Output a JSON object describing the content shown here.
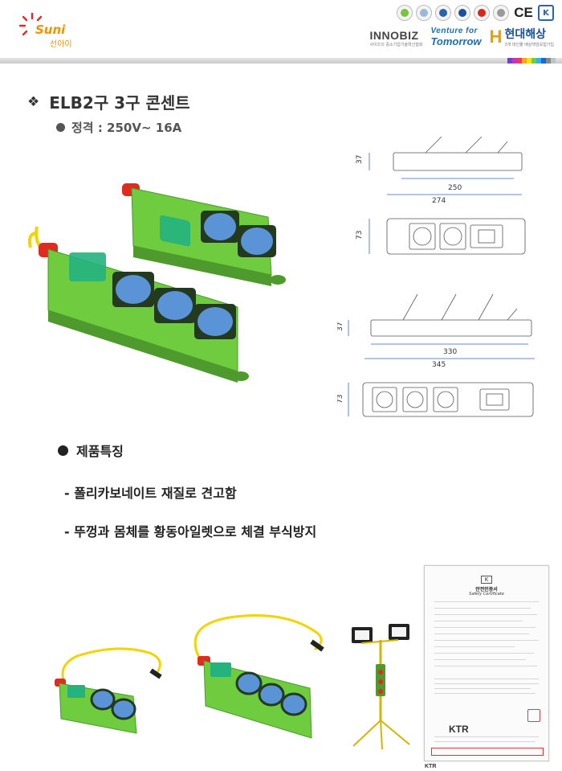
{
  "header": {
    "brand": "Suni",
    "brand_kr": "선아이",
    "badges": {
      "innobiz": "INNOBIZ",
      "innobiz_sub": "사이즈의 중소기업기술혁신협회",
      "venture_top": "Venture for",
      "venture_bottom": "Tomorrow",
      "hyundai_name": "현대해상",
      "hyundai_sub": "3개 대인물 배상책임보험가입"
    },
    "cert_ce": "CE",
    "cert_kc": "K"
  },
  "product": {
    "title": "ELB2구 3구 콘센트",
    "title_bullet": "❖",
    "spec": "정격 : 250V~ 16A"
  },
  "drawings": {
    "d1": {
      "height": "37",
      "inner": "250",
      "outer": "274"
    },
    "d2": {
      "height": "73"
    },
    "d3": {
      "height": "37",
      "inner": "330",
      "outer": "345"
    },
    "d4": {
      "height": "73"
    }
  },
  "features": {
    "heading": "제품특징",
    "items": [
      "- 폴리카보네이트 재질로 견고함",
      "- 뚜껑과 몸체를 황동아일렛으로 체결 부식방지"
    ]
  },
  "certificate": {
    "title_kr": "안전인증서",
    "title_en": "Safety Certificate",
    "issuer": "KTR",
    "issuer_short": "KTR"
  },
  "colors": {
    "green": "#7ad14a",
    "dark_green": "#4e9a2c",
    "socket_blue": "#5a93d6",
    "cable_yellow": "#f2d400",
    "brand_orange": "#f39200"
  }
}
